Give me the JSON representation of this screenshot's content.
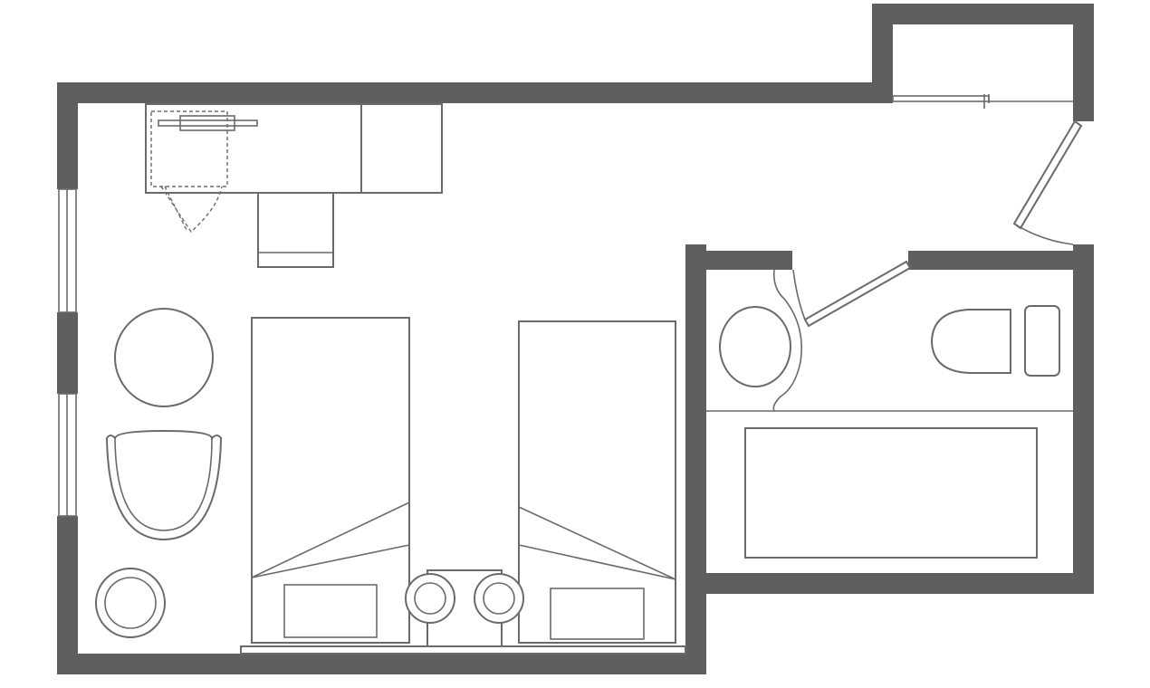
{
  "diagram": {
    "type": "floor-plan",
    "colors": {
      "wall": "#5f5f5f",
      "line": "#6a6a6a",
      "background": "#ffffff"
    },
    "rooms": [
      "bedroom",
      "bathroom",
      "entry"
    ],
    "furniture": [
      "desk",
      "tv-unit",
      "desk-chair",
      "round-table",
      "armchair",
      "side-table",
      "bed-left",
      "bed-right",
      "nightstand",
      "bathtub",
      "sink",
      "toilet"
    ]
  }
}
